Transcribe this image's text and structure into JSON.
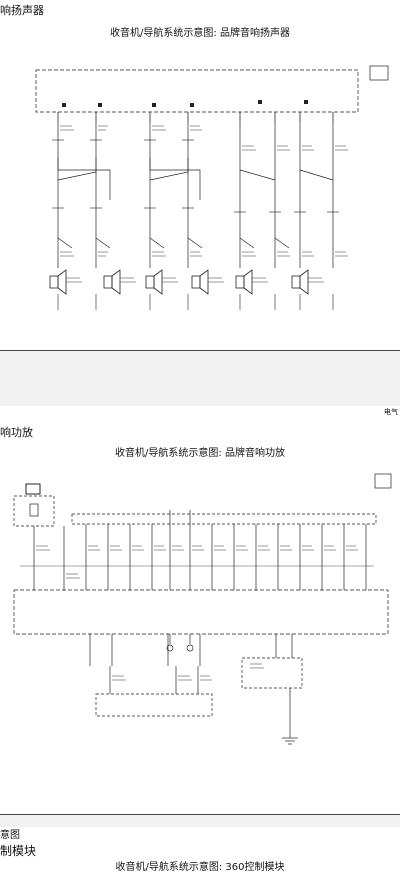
{
  "page1": {
    "header": "响扬声器",
    "title": "收音机/导航系统示意图: 品牌音响扬声器"
  },
  "page2": {
    "corner_label": "电气",
    "header": "响功放",
    "title": "收音机/导航系统示意图: 品牌音响功放"
  },
  "page3": {
    "tail_label": "意图",
    "header": "制模块",
    "title": "收音机/导航系统示意图: 360控制模块"
  }
}
